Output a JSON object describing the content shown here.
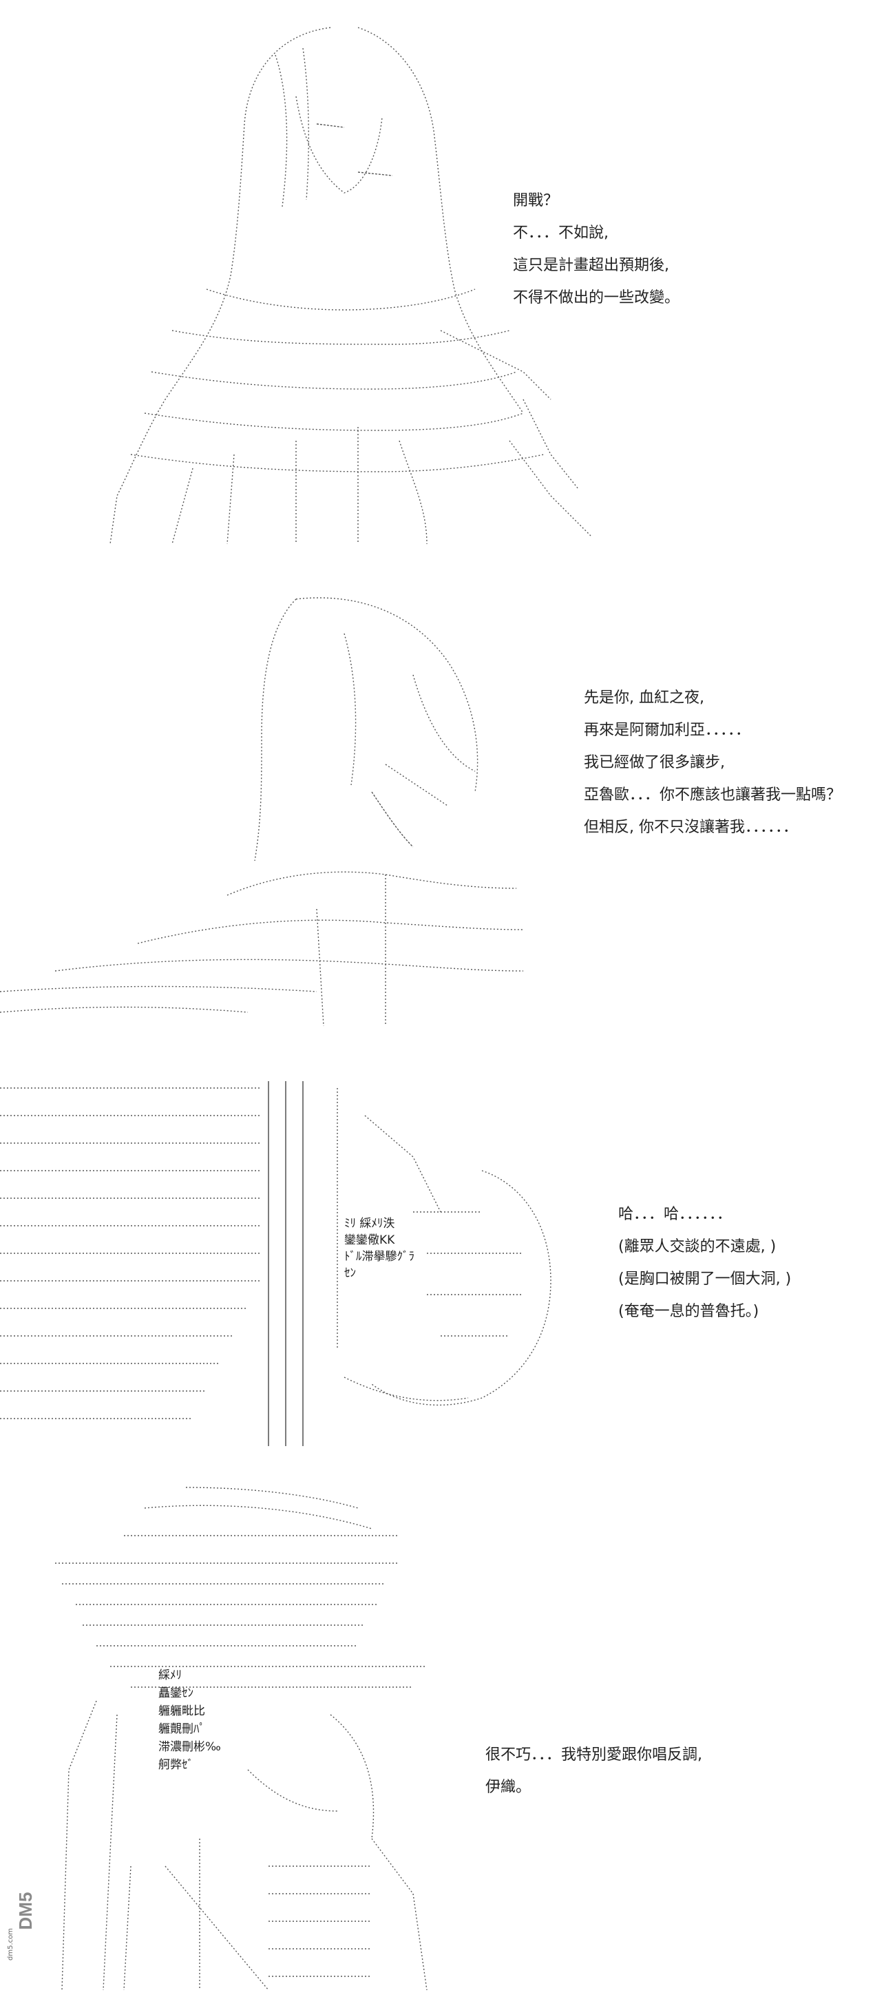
{
  "panels": [
    {
      "lines": [
        "開戰？",
        "不．．．不如說,",
        "這只是計畫超出預期後,",
        "不得不做出的一些改變。"
      ]
    },
    {
      "lines": [
        "先是你, 血紅之夜,",
        "再來是阿爾加利亞．．．．．",
        "我已經做了很多讓步,",
        "亞魯歐．．．你不應該也讓著我一點嗎？",
        "但相反, 你不只沒讓著我．．．．．．"
      ]
    },
    {
      "lines": [
        "哈．．．哈．．．．．．",
        "(離眾人交談的不遠處, )",
        "(是胸口被開了一個大洞, )",
        "(奄奄一息的普魯托。)"
      ]
    },
    {
      "lines": [
        "很不巧．．．我特別愛跟你唱反調,",
        "伊織。"
      ]
    }
  ],
  "sfx": {
    "p3": [
      "ﾐﾘ 綵ﾒﾘ泆",
      "鑾鑾儆KK",
      "ﾄﾞﾙ滞擧驂ｸﾞﾗ",
      "ｾﾝ"
    ],
    "p4": [
      "綵ﾒﾘ",
      "矗鑾ｾﾝ",
      "軅軅毗比",
      "軅覿刪ﾊﾟ",
      "滞濃刪彬‰",
      "舸弊ｾﾞ"
    ]
  },
  "watermark": {
    "logo_label": "DM5",
    "site": "dm5.com"
  }
}
